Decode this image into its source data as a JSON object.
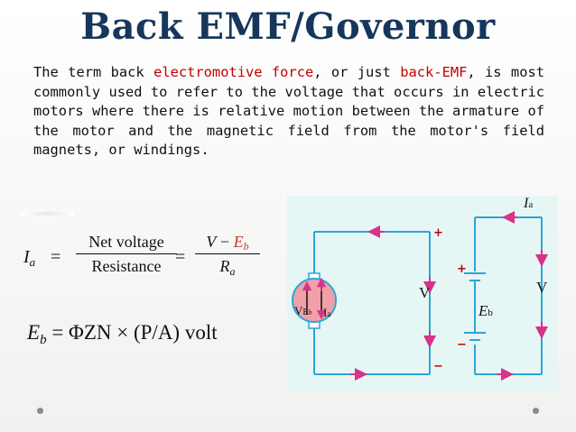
{
  "title": "Back EMF/Governor",
  "paragraph": {
    "part1": "The term back ",
    "highlight1": "electromotive force",
    "part2": ", or just ",
    "highlight2": "back-EMF",
    "part3": ", is most commonly used to refer to the voltage that occurs in electric motors where there is relative motion between the armature of the motor and the magnetic field from the motor's field magnets, or windings."
  },
  "equation1": {
    "lhs_var": "I",
    "lhs_sub": "a",
    "equals": "=",
    "frac1_num": "Net voltage",
    "frac1_den": "Resistance",
    "equals2": "=",
    "frac2_num_v": "V",
    "frac2_num_op": "−",
    "frac2_num_e": "E",
    "frac2_num_esub": "b",
    "frac2_den_r": "R",
    "frac2_den_sub": "a"
  },
  "equation2": {
    "lhs": "E",
    "lhs_sub": "b",
    "rhs": " = ΦZN × (P/A) volt"
  },
  "circuit": {
    "label_ia_top": "I",
    "label_ia_top_sub": "a",
    "label_v_mid": "V",
    "label_v_right": "V",
    "label_eb": "E",
    "label_eb_sub": "b",
    "label_motor_v": "V",
    "label_motor_e": "E",
    "label_motor_esub": "b",
    "label_motor_i": "I",
    "label_motor_isub": "a",
    "plus1": "+",
    "plus2": "+",
    "minus1": "−",
    "minus2": "−"
  },
  "colors": {
    "title": "#16365c",
    "highlight": "#c00000",
    "circuit_bg": "#e6f6f4",
    "wire": "#2aa6d6",
    "arrow": "#d6338a",
    "motor": "#f2a0a8"
  }
}
